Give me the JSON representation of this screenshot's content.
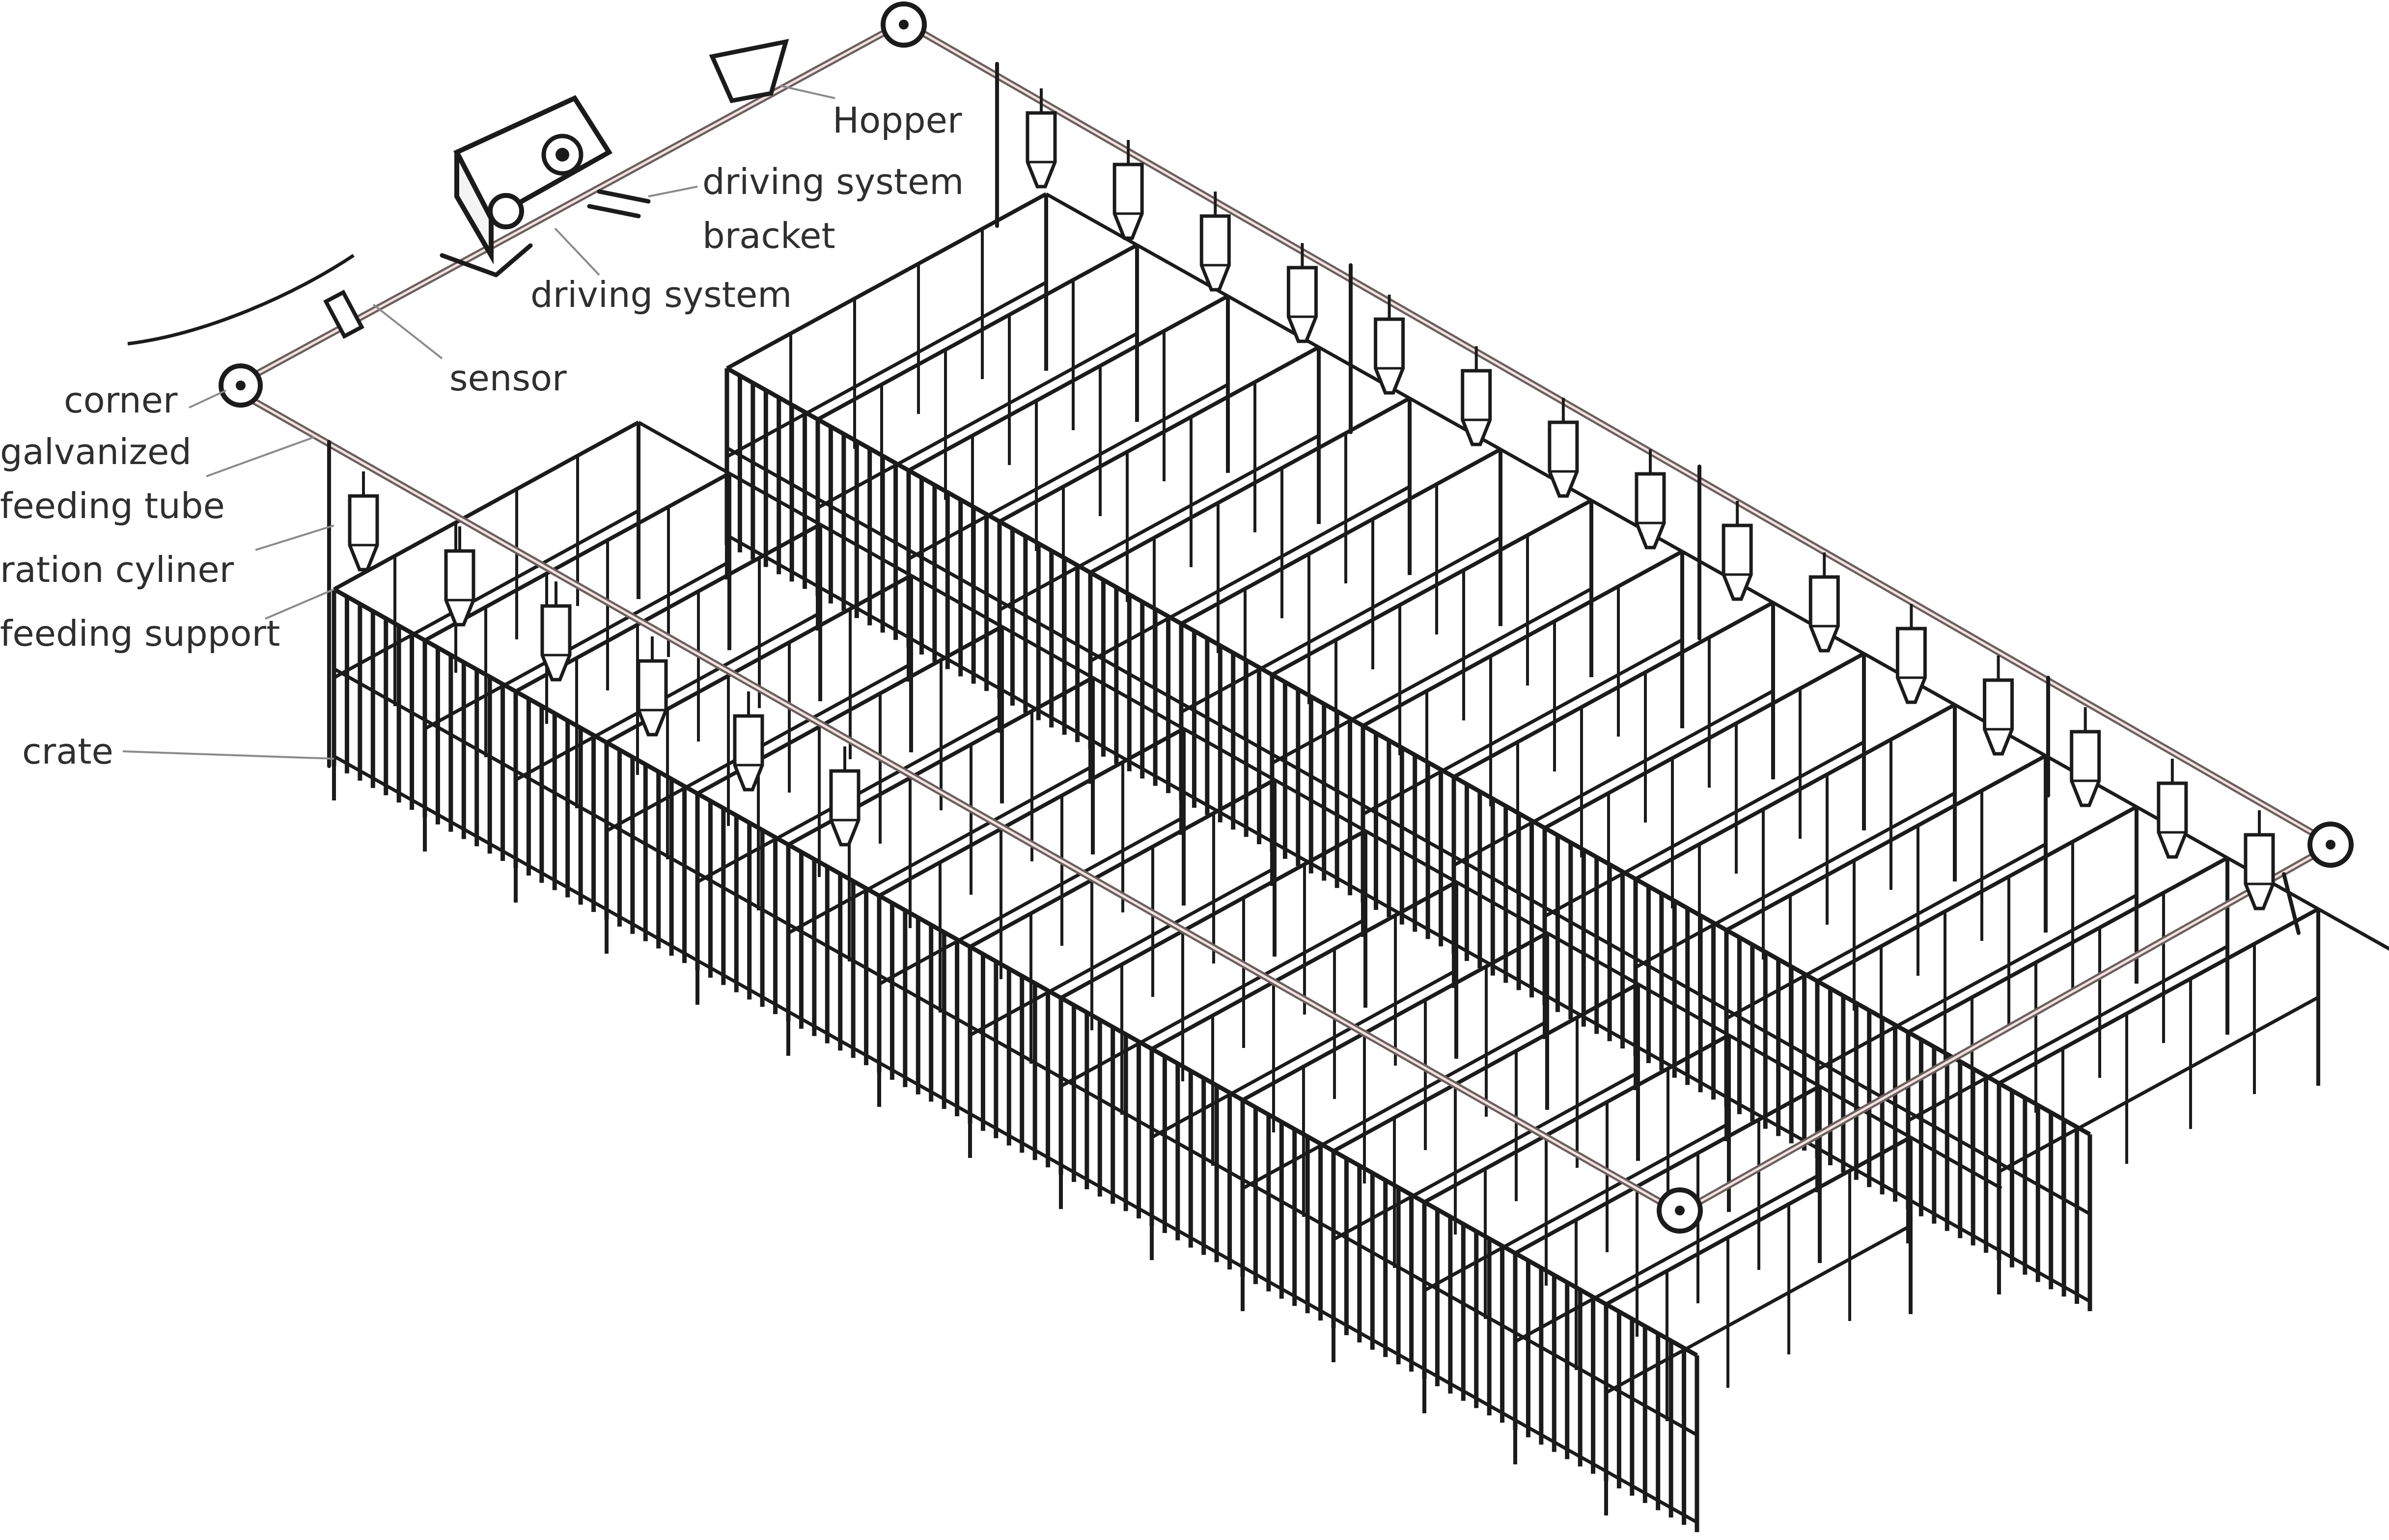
{
  "labels": {
    "hopper": "Hopper",
    "driving_system_bracket_line1": "driving system",
    "driving_system_bracket_line2": "bracket",
    "driving_system": "driving system",
    "sensor": "sensor",
    "corner": "corner",
    "galvanized": "galvanized",
    "feeding_tube": "feeding tube",
    "ration_cylinder": "ration cyliner",
    "feeding_support": "feeding support",
    "crate": "crate"
  },
  "colors": {
    "frame": "#1b1b1b",
    "tube": "#6e5f5f",
    "tube_highlight": "#f2e3e3",
    "label_text": "#2f2f2f",
    "leader_line": "#8a8a8a"
  }
}
